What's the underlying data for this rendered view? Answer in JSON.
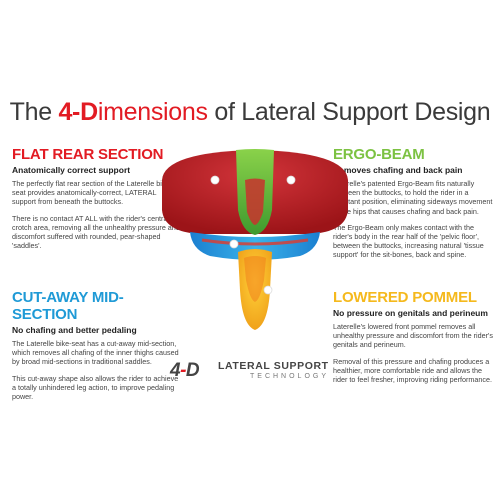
{
  "title": {
    "prefix": "The ",
    "highlight_d": "4-D",
    "highlight_rest": "imensions",
    "suffix": " of Lateral Support Design"
  },
  "sections": {
    "flat": {
      "heading": "FLAT REAR SECTION",
      "subheading": "Anatomically correct support",
      "p1": "The perfectly flat rear section of the Laterelle bike-seat provides anatomically-correct, LATERAL support from beneath the buttocks.",
      "p2": "There is no contact AT ALL with the rider's central crotch area, removing all the unhealthy pressure and discomfort suffered with rounded, pear-shaped 'saddles'."
    },
    "ergo": {
      "heading": "ERGO-BEAM",
      "subheading": "Removes chafing and back pain",
      "p1": "Laterelle's patented Ergo-Beam fits naturally between the buttocks, to hold the rider in a constant position, eliminating sideways movement of the hips that causes chafing and back pain.",
      "p2": "The Ergo-Beam only makes contact with the rider's body in the rear half of the 'pelvic floor', between the buttocks, increasing natural 'tissue support' for the sit-bones, back and spine."
    },
    "cut": {
      "heading": "CUT-AWAY MID-SECTION",
      "subheading": "No chafing and better pedaling",
      "p1": "The Laterelle bike-seat has a cut-away mid-section, which removes all chafing of the inner thighs caused by broad mid-sections in traditional saddles.",
      "p2": "This cut-away shape also allows the rider to achieve a totally unhindered leg action, to improve pedaling power."
    },
    "pommel": {
      "heading": "LOWERED POMMEL",
      "subheading": "No pressure on genitals and perineum",
      "p1": "Laterelle's lowered front pommel removes all unhealthy pressure and discomfort from the rider's genitals and perineum.",
      "p2": "Removal of this pressure and chafing produces a healthier, more comfortable ride and allows the rider to feel fresher, improving riding performance."
    }
  },
  "logo": {
    "number": "4",
    "dash": "-",
    "letter": "D",
    "line1": "LATERAL SUPPORT",
    "line2": "TECHNOLOGY"
  },
  "colors": {
    "red": "#e21b23",
    "green": "#7cc242",
    "blue": "#1f9ad6",
    "yellow": "#f5b91d"
  }
}
